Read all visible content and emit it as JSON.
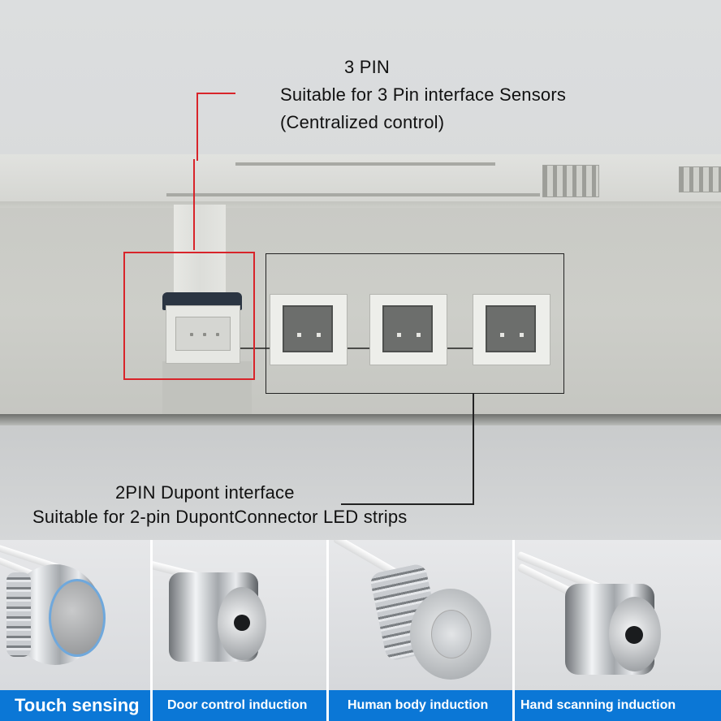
{
  "callout_3pin": {
    "title": "3 PIN",
    "line1": "Suitable for 3 Pin interface Sensors",
    "line2": "(Centralized control)"
  },
  "callout_2pin": {
    "title": "2PIN Dupont interface",
    "line1": "Suitable for 2-pin DupontConnector LED strips"
  },
  "sensors": [
    {
      "label": "Touch sensing"
    },
    {
      "label": "Door control induction"
    },
    {
      "label": "Human body induction"
    },
    {
      "label": "Hand scanning induction"
    }
  ],
  "colors": {
    "highlight_3pin": "#d8242a",
    "highlight_2pin": "#222222",
    "caption_bar": "#0b77d6",
    "caption_text": "#ffffff"
  }
}
